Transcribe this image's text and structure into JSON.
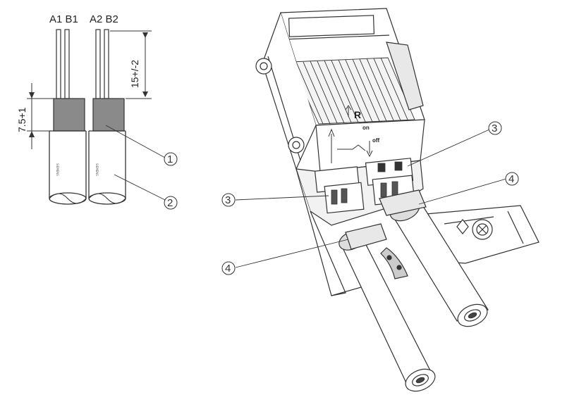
{
  "wire_labels": {
    "left_pair": "A1 B1",
    "right_pair": "A2 B2"
  },
  "dimensions": {
    "insulation_strip": "15+/-2",
    "shield_length": "7.5+1"
  },
  "cable_imprint": "SIEMENS",
  "connector": {
    "resistor_label": "R",
    "switch_on": "on",
    "switch_off": "off"
  },
  "callouts": {
    "braid": "1",
    "cable": "2",
    "terminal_top": "3",
    "terminal_left": "3",
    "clamp_right": "4",
    "clamp_left": "4"
  },
  "colors": {
    "line": "#333333",
    "shield_gray": "#8a8a8a",
    "light_gray": "#e8e8e8"
  }
}
